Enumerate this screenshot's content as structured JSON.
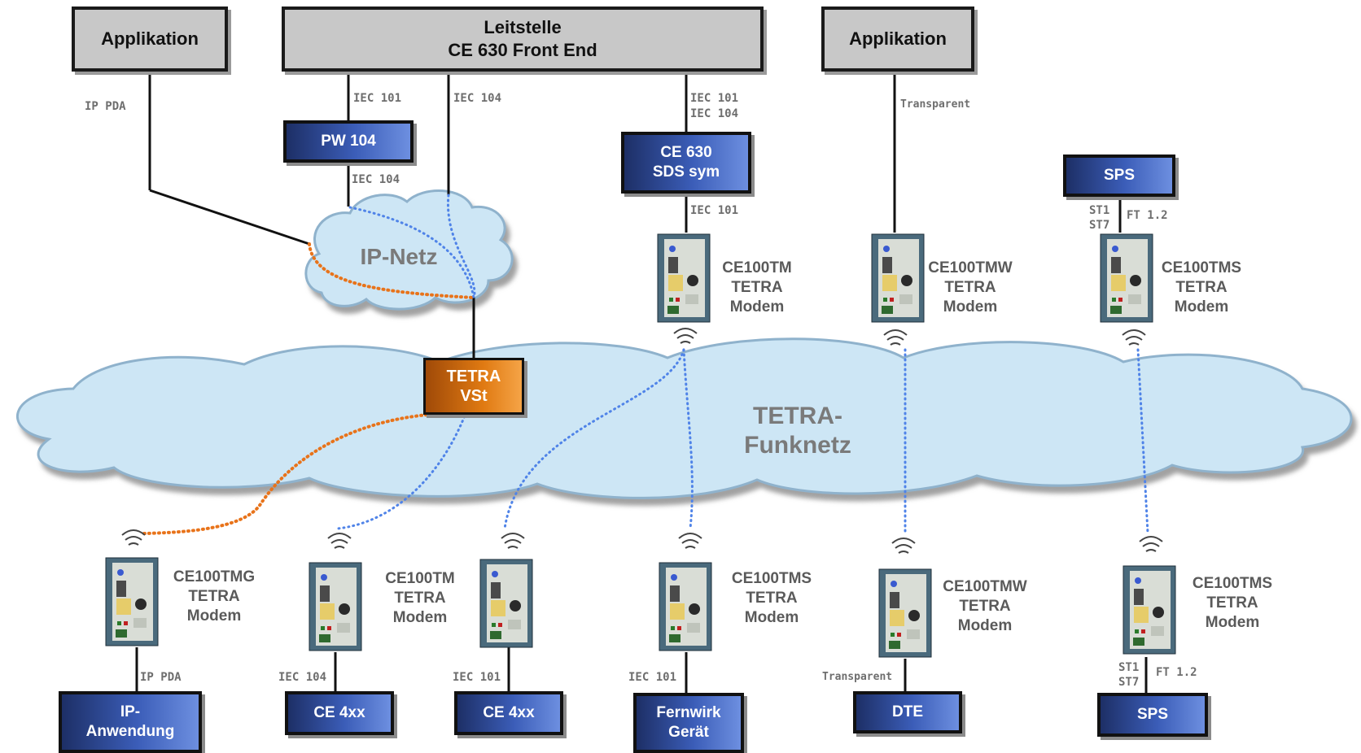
{
  "top": {
    "app_left": "Applikation",
    "leitstelle_line1": "Leitstelle",
    "leitstelle_line2": "CE 630 Front End",
    "app_right": "Applikation"
  },
  "clouds": {
    "ip_netz": "IP-Netz",
    "tetra_line1": "TETRA-",
    "tetra_line2": "Funknetz"
  },
  "boxes": {
    "pw104": "PW 104",
    "ce630_line1": "CE 630",
    "ce630_line2": "SDS sym",
    "sps_top": "SPS",
    "tetra_vst_line1": "TETRA",
    "tetra_vst_line2": "VSt",
    "ip_anwendung_line1": "IP-",
    "ip_anwendung_line2": "Anwendung",
    "ce4xx_1": "CE 4xx",
    "ce4xx_2": "CE 4xx",
    "fernwirk_line1": "Fernwirk",
    "fernwirk_line2": "Gerät",
    "dte": "DTE",
    "sps_bottom": "SPS"
  },
  "protocols": {
    "ip_pda_top": "IP PDA",
    "iec101_a": "IEC 101",
    "iec104_a": "IEC 104",
    "iec104_b": "IEC 104",
    "iec101_c": "IEC 101",
    "iec104_c": "IEC 104",
    "iec101_d": "IEC 101",
    "transparent_top": "Transparent",
    "st1_top": "ST1",
    "st7_top": "ST7",
    "ft12_top": "FT 1.2",
    "ip_pda_bottom": "IP PDA",
    "iec104_bottom": "IEC 104",
    "iec101_bottom_1": "IEC 101",
    "iec101_bottom_2": "IEC 101",
    "transparent_bottom": "Transparent",
    "st1_bottom": "ST1",
    "st7_bottom": "ST7",
    "ft12_bottom": "FT 1.2"
  },
  "devices": {
    "top_1": [
      "CE100TM",
      "TETRA",
      "Modem"
    ],
    "top_2": [
      "CE100TMW",
      "TETRA",
      "Modem"
    ],
    "top_3": [
      "CE100TMS",
      "TETRA",
      "Modem"
    ],
    "bottom_1": [
      "CE100TMG",
      "TETRA",
      "Modem"
    ],
    "bottom_2": [
      "CE100TM",
      "TETRA",
      "Modem"
    ],
    "bottom_3": [
      "CE100TMS",
      "TETRA",
      "Modem"
    ],
    "bottom_4": [
      "CE100TMW",
      "TETRA",
      "Modem"
    ],
    "bottom_5": [
      "CE100TMS",
      "TETRA",
      "Modem"
    ]
  },
  "colors": {
    "cloud_fill": "#cde6f5",
    "cloud_edge": "#8fb2cc",
    "orange_link": "#e8731a",
    "blue_link": "#4f83e8",
    "box_blue": "#3b5db8",
    "box_orange": "#e07a12",
    "box_gray": "#c8c8c8"
  }
}
